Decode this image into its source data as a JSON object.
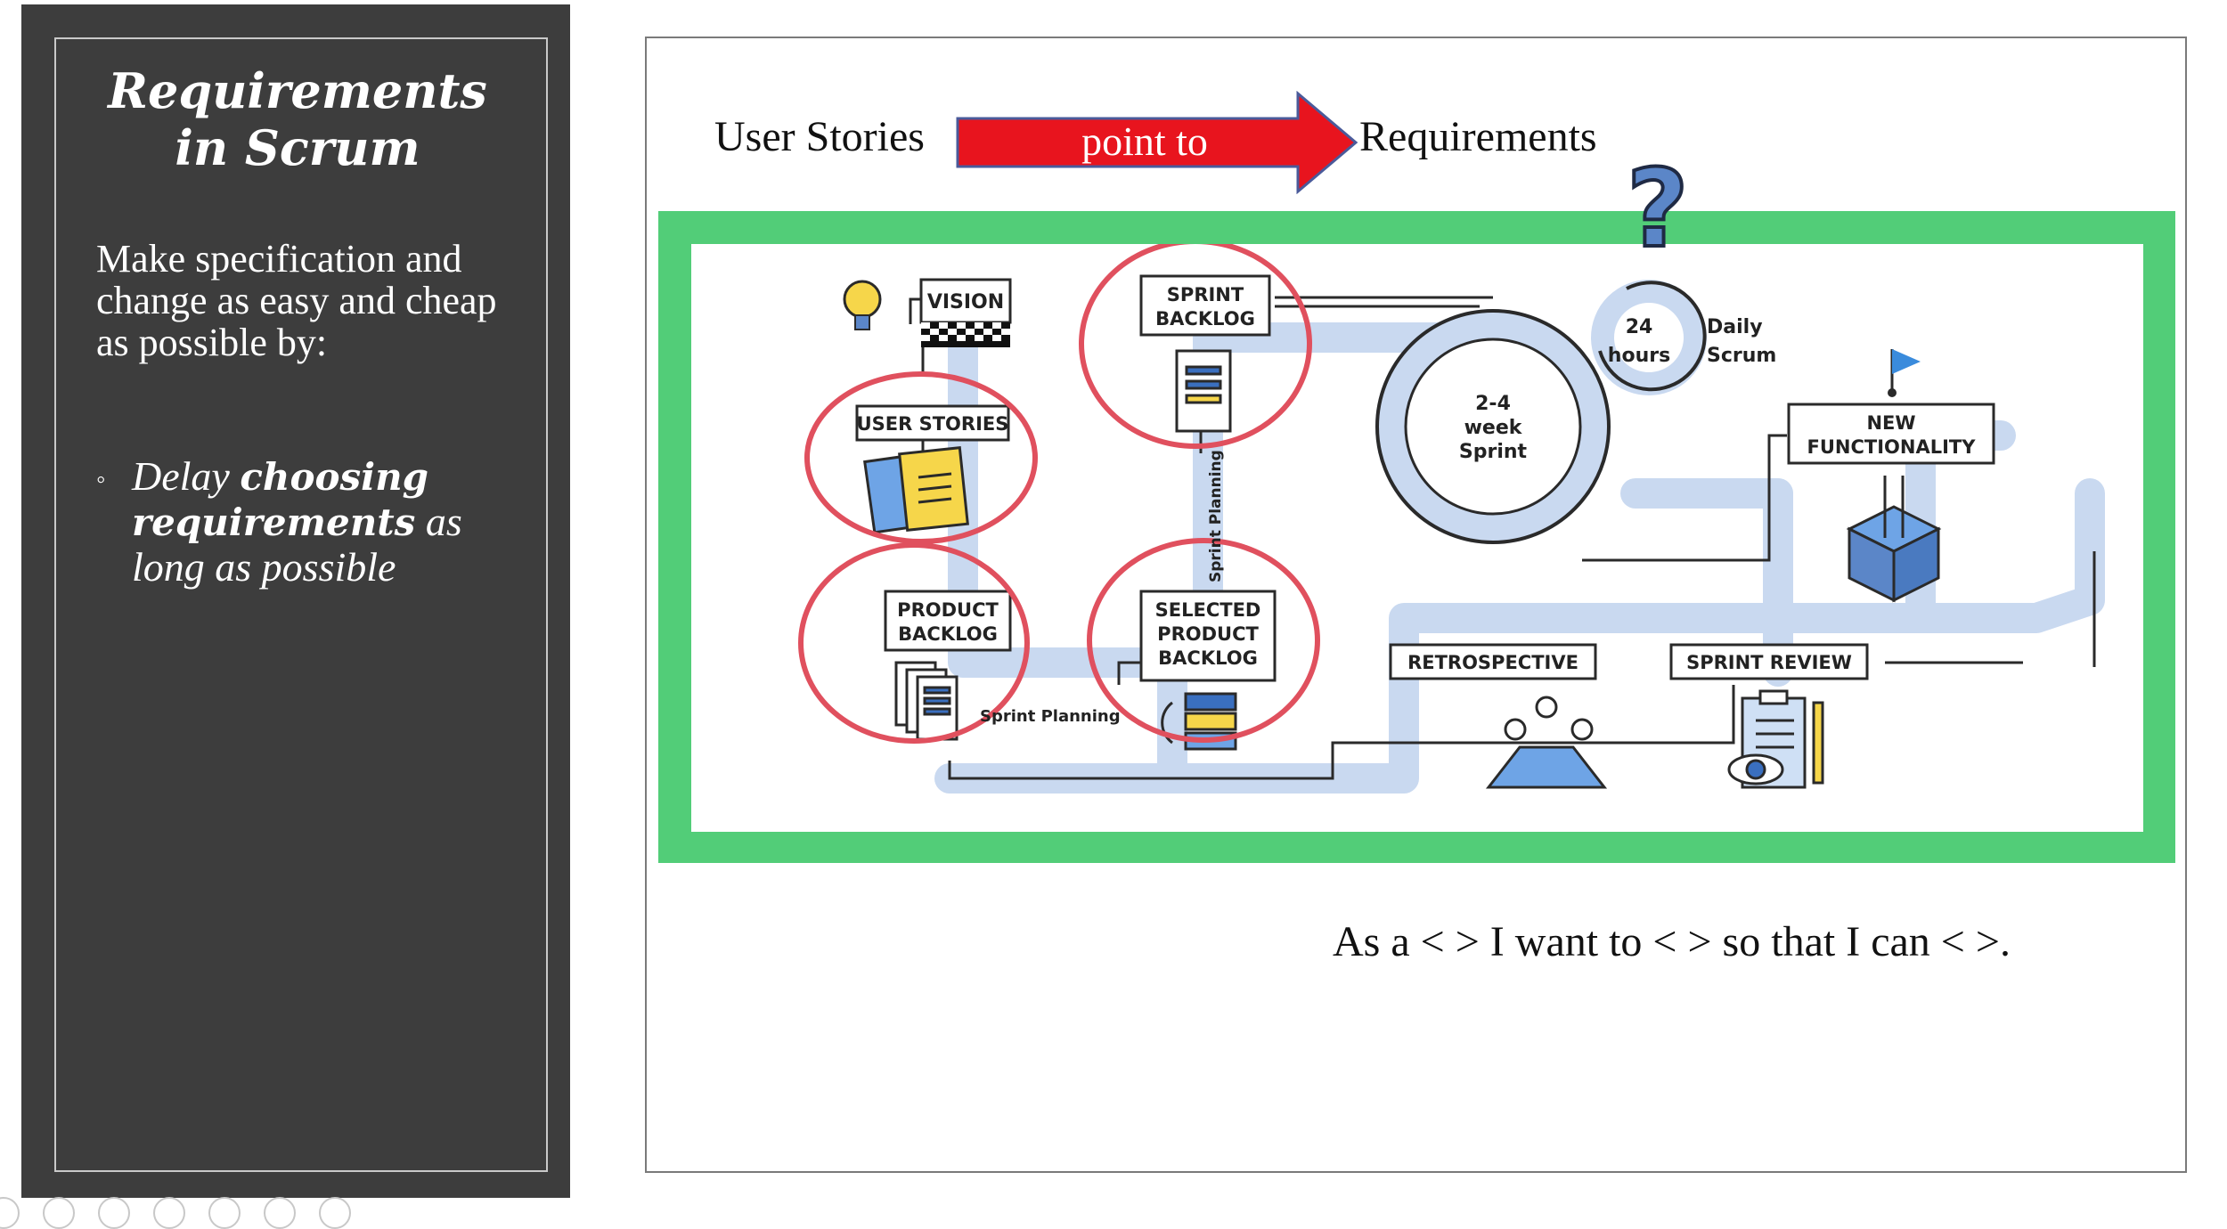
{
  "sidebar": {
    "title_line1": "Requirements",
    "title_line2": "in Scrum",
    "body_text": "Make specification and change as easy and cheap as possible by:",
    "bullet_mark": "◦",
    "bullet_part1": "Delay ",
    "bullet_bold1": "choosing requirements",
    "bullet_part2": " as long as possible"
  },
  "slide": {
    "user_stories_label": "User Stories",
    "arrow_label": "point to",
    "requirements_label": "Requirements",
    "question_mark": "?",
    "template_sentence": "As a < > I want to < > so that I can < >."
  },
  "diagram": {
    "vision": "VISION",
    "user_stories": "USER STORIES",
    "product_backlog_1": "PRODUCT",
    "product_backlog_2": "BACKLOG",
    "sprint_backlog_1": "SPRINT",
    "sprint_backlog_2": "BACKLOG",
    "selected_1": "SELECTED",
    "selected_2": "PRODUCT",
    "selected_3": "BACKLOG",
    "sprint_planning": "Sprint Planning",
    "sprint_planning_vertical": "Sprint Planning",
    "sprint_1": "2-4",
    "sprint_2": "week",
    "sprint_3": "Sprint",
    "hours_1": "24",
    "hours_2": "hours",
    "daily_1": "Daily",
    "daily_2": "Scrum",
    "new_func_1": "NEW",
    "new_func_2": "FUNCTIONALITY",
    "retrospective": "RETROSPECTIVE",
    "sprint_review": "SPRINT REVIEW"
  },
  "colors": {
    "panel_bg": "#3d3d3d",
    "green_frame": "#52cd78",
    "arrow_red": "#e8141e",
    "road_blue": "#c9d9f0",
    "circle_red": "#e0505e"
  },
  "icons": [
    "lightbulb-icon",
    "checkered-flag-icon",
    "documents-icon",
    "backlog-stack-icon",
    "flag-icon",
    "box-icon",
    "team-meeting-icon",
    "clipboard-eye-icon",
    "question-mark-icon"
  ]
}
